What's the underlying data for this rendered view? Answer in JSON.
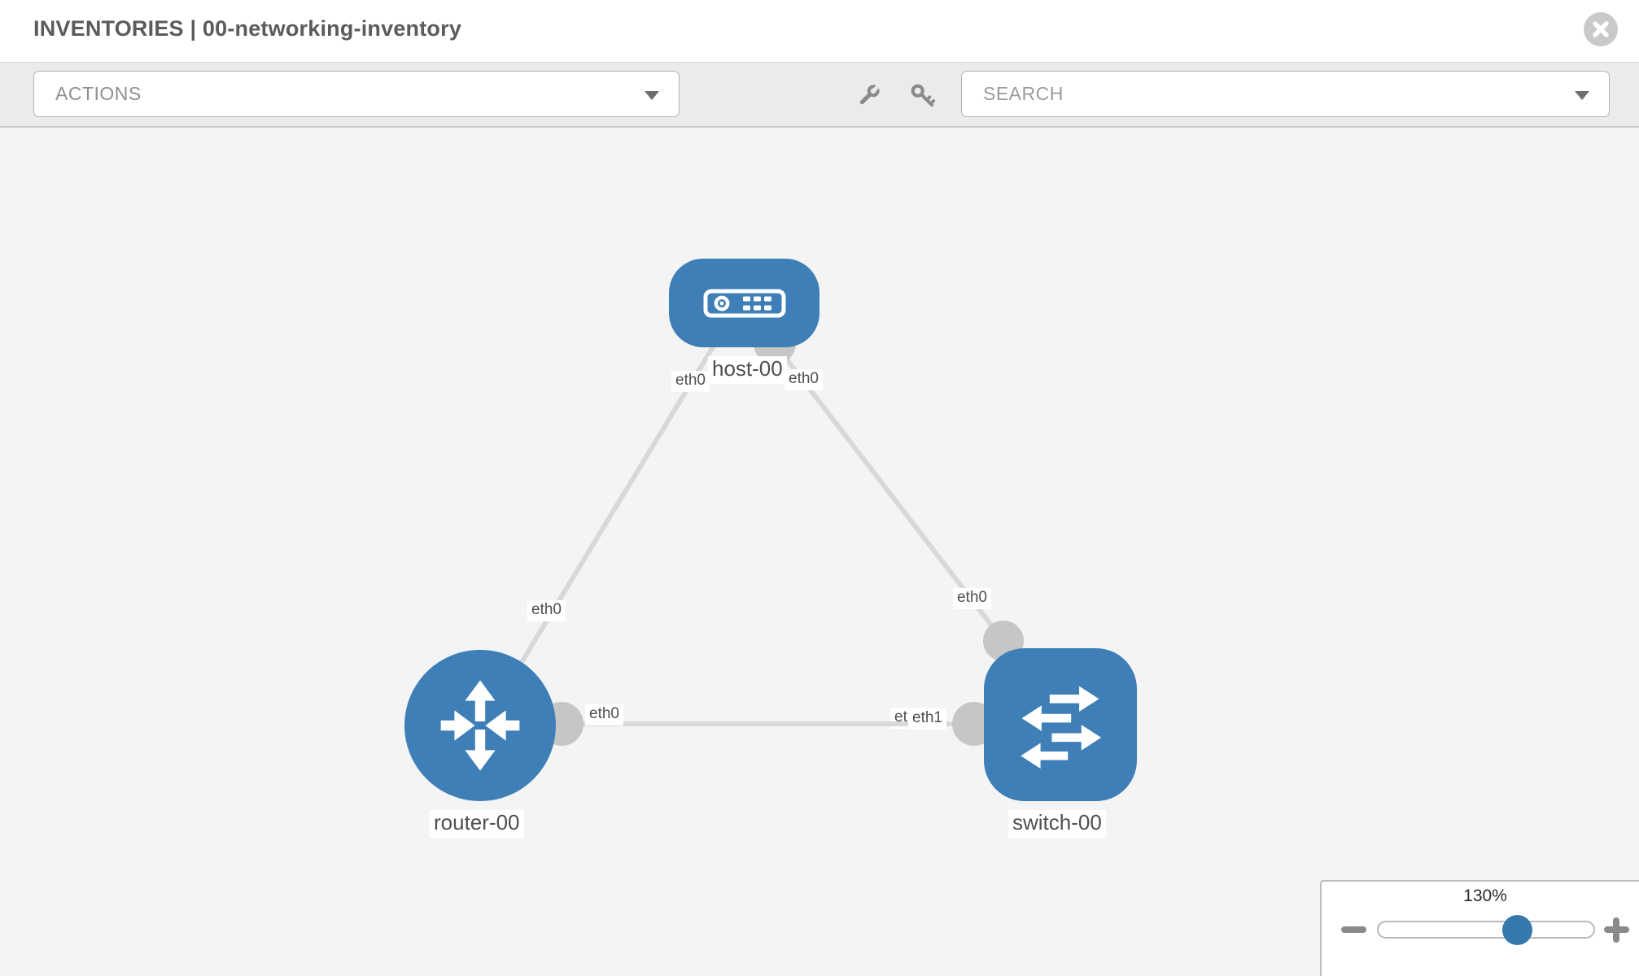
{
  "header": {
    "title": "INVENTORIES | 00-networking-inventory"
  },
  "toolbar": {
    "actions_label": "ACTIONS",
    "search_placeholder": "SEARCH",
    "icons": [
      "wrench-icon",
      "key-icon"
    ]
  },
  "topology": {
    "nodes": [
      {
        "id": "host-00",
        "label": "host-00",
        "type": "host",
        "shape": "rounded-rect",
        "icon": "server-icon"
      },
      {
        "id": "router-00",
        "label": "router-00",
        "type": "router",
        "shape": "circle",
        "icon": "router-arrows-icon"
      },
      {
        "id": "switch-00",
        "label": "switch-00",
        "type": "switch",
        "shape": "rounded-square",
        "icon": "switch-arrows-icon"
      }
    ],
    "links": [
      {
        "from": "host-00",
        "to": "router-00",
        "from_interface": "eth0",
        "to_interface": "eth0"
      },
      {
        "from": "host-00",
        "to": "switch-00",
        "from_interface": "eth0",
        "to_interface": "eth0"
      },
      {
        "from": "router-00",
        "to": "switch-00",
        "from_interface": "eth0",
        "to_interface": "eth1"
      }
    ],
    "interface_labels": {
      "host_to_router_host_side": "eth0",
      "host_to_router_router_side": "eth0",
      "host_to_switch_host_side": "eth0",
      "host_to_switch_switch_side": "eth0",
      "router_to_switch_router_side": "eth0",
      "router_to_switch_switch_side_front": "eth1",
      "router_to_switch_switch_side_back": "eth0"
    },
    "node_labels": {
      "host": "host-00",
      "router": "router-00",
      "switch": "switch-00"
    }
  },
  "zoom_control": {
    "value_label": "130%",
    "minus_icon": "zoom-out-icon",
    "plus_icon": "zoom-in-icon"
  },
  "colors": {
    "node_blue": "#3d7fb6",
    "slider_handle_blue": "#3478ad",
    "link_gray": "#d8d8d8",
    "interface_dot_gray": "#c6c6c6",
    "toolbar_bg": "#ebebeb",
    "canvas_bg": "#f4f4f4"
  }
}
